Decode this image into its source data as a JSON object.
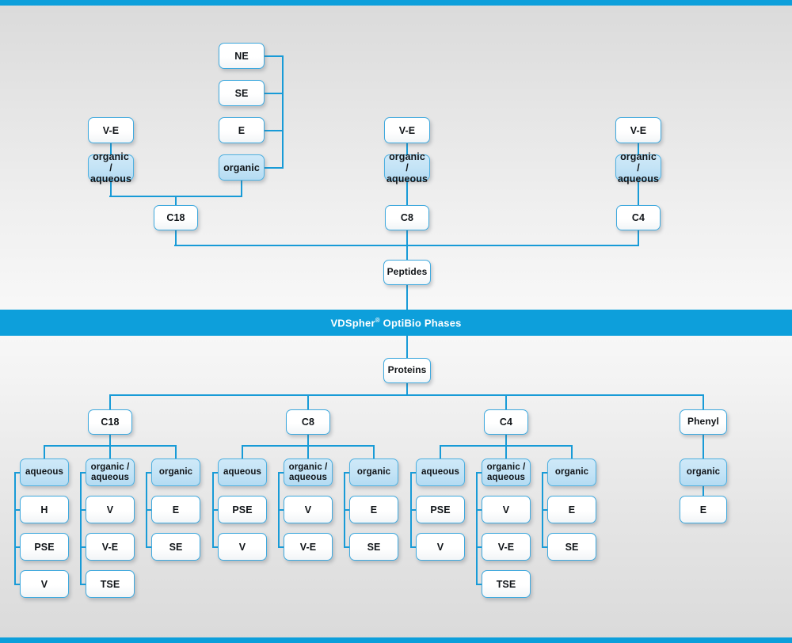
{
  "banner": {
    "brand": "VDSpher",
    "registered": "®",
    "rest": " OptiBio Phases"
  },
  "diagram": {
    "title": "VDSpher® OptiBio Phases",
    "colors": {
      "accent": "#0d9fdb",
      "line": "#189bd7",
      "node_border": "#3fa9de",
      "node_fill": "#ffffff",
      "node_fill_highlight": "#c3e3f6",
      "text": "#101418",
      "background_top": "#dadada",
      "background_mid": "#f7f7f7"
    }
  },
  "peptides": {
    "root_label": "Peptides",
    "columns": [
      {
        "sorbent": "C18",
        "modes": [
          {
            "mode_label": "organic /\naqueous",
            "mode_line1": "organic /",
            "mode_line2": "aqueous",
            "highlight": true,
            "items": [
              "V-E"
            ]
          },
          {
            "mode_label": "organic",
            "mode_line1": "organic",
            "mode_line2": "",
            "highlight": true,
            "items": [
              "NE",
              "SE",
              "E"
            ]
          }
        ]
      },
      {
        "sorbent": "C8",
        "modes": [
          {
            "mode_label": "organic /\naqueous",
            "mode_line1": "organic /",
            "mode_line2": "aqueous",
            "highlight": true,
            "items": [
              "V-E"
            ]
          }
        ]
      },
      {
        "sorbent": "C4",
        "modes": [
          {
            "mode_label": "organic /\naqueous",
            "mode_line1": "organic /",
            "mode_line2": "aqueous",
            "highlight": true,
            "items": [
              "V-E"
            ]
          }
        ]
      }
    ]
  },
  "proteins": {
    "root_label": "Proteins",
    "columns": [
      {
        "sorbent": "C18",
        "modes": [
          {
            "mode_line1": "aqueous",
            "mode_line2": "",
            "highlight": true,
            "items": [
              "H",
              "PSE",
              "V"
            ]
          },
          {
            "mode_line1": "organic /",
            "mode_line2": "aqueous",
            "highlight": true,
            "items": [
              "V",
              "V-E",
              "TSE"
            ]
          },
          {
            "mode_line1": "organic",
            "mode_line2": "",
            "highlight": true,
            "items": [
              "E",
              "SE"
            ]
          }
        ]
      },
      {
        "sorbent": "C8",
        "modes": [
          {
            "mode_line1": "aqueous",
            "mode_line2": "",
            "highlight": true,
            "items": [
              "PSE",
              "V"
            ]
          },
          {
            "mode_line1": "organic /",
            "mode_line2": "aqueous",
            "highlight": true,
            "items": [
              "V",
              "V-E"
            ]
          },
          {
            "mode_line1": "organic",
            "mode_line2": "",
            "highlight": true,
            "items": [
              "E",
              "SE"
            ]
          }
        ]
      },
      {
        "sorbent": "C4",
        "modes": [
          {
            "mode_line1": "aqueous",
            "mode_line2": "",
            "highlight": true,
            "items": [
              "PSE",
              "V"
            ]
          },
          {
            "mode_line1": "organic /",
            "mode_line2": "aqueous",
            "highlight": true,
            "items": [
              "V",
              "V-E",
              "TSE"
            ]
          },
          {
            "mode_line1": "organic",
            "mode_line2": "",
            "highlight": true,
            "items": [
              "E",
              "SE"
            ]
          }
        ]
      },
      {
        "sorbent": "Phenyl",
        "modes": [
          {
            "mode_line1": "organic",
            "mode_line2": "",
            "highlight": true,
            "items": [
              "E"
            ]
          }
        ]
      }
    ]
  },
  "nodes": {
    "top": {
      "ne": "NE",
      "se": "SE",
      "e": "E",
      "organic": "organic",
      "ve_left": "V-E",
      "orgaq_left_l1": "organic /",
      "orgaq_left_l2": "aqueous",
      "c18": "C18",
      "ve_mid": "V-E",
      "orgaq_mid_l1": "organic /",
      "orgaq_mid_l2": "aqueous",
      "c8": "C8",
      "ve_right": "V-E",
      "orgaq_right_l1": "organic /",
      "orgaq_right_l2": "aqueous",
      "c4": "C4",
      "peptides": "Peptides"
    },
    "bottom": {
      "proteins": "Proteins",
      "c18": "C18",
      "c8": "C8",
      "c4": "C4",
      "phenyl": "Phenyl",
      "aqueous": "aqueous",
      "organic": "organic",
      "orgaq_l1": "organic /",
      "orgaq_l2": "aqueous",
      "h": "H",
      "pse": "PSE",
      "v": "V",
      "ve": "V-E",
      "tse": "TSE",
      "e": "E",
      "se": "SE"
    }
  }
}
